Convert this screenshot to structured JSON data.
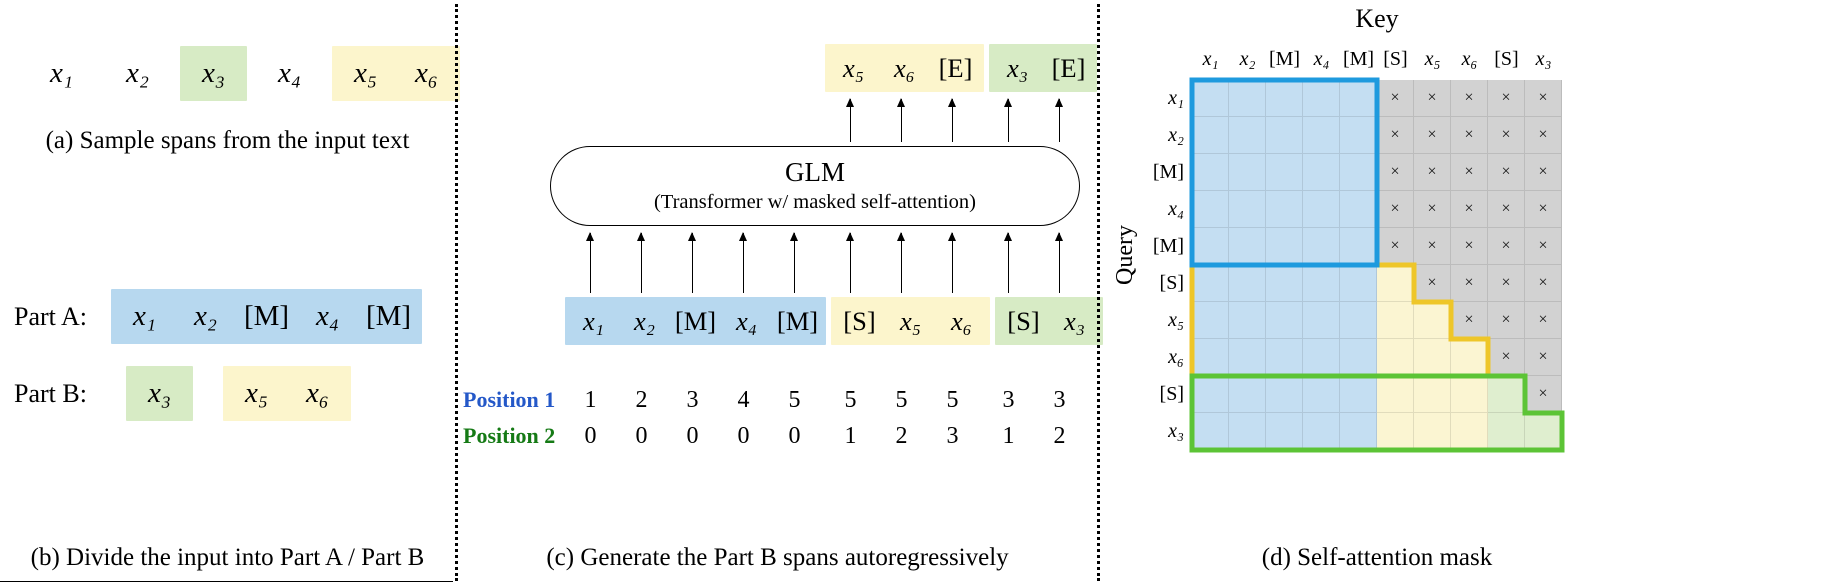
{
  "colors": {
    "blue_bg": "#b7d8ef",
    "yellow_bg": "#fcf5cc",
    "green_bg": "#d7ebc5",
    "cell_blue": "#c4def2",
    "cell_yellow": "#fbf5d2",
    "cell_green": "#dfeecf",
    "cell_mask": "#d2d2d2",
    "border_blue": "#1e9ade",
    "border_yellow": "#eec629",
    "border_green": "#5cc436",
    "pos1_label": "#2458c8",
    "pos2_label": "#157a15"
  },
  "panel_a": {
    "groups": [
      {
        "bg": "none",
        "tokens": [
          "x₁"
        ]
      },
      {
        "bg": "none",
        "tokens": [
          "x₂"
        ]
      },
      {
        "bg": "green",
        "tokens": [
          "x₃"
        ]
      },
      {
        "bg": "none",
        "tokens": [
          "x₄"
        ]
      },
      {
        "bg": "yellow",
        "tokens": [
          "x₅",
          "x₆"
        ]
      }
    ],
    "caption": "(a)  Sample spans from the input text"
  },
  "panel_b": {
    "part_a_label": "Part A:",
    "part_a_groups": [
      {
        "bg": "blue",
        "tokens": [
          "x₁",
          "x₂",
          "[M]",
          "x₄",
          "[M]"
        ]
      }
    ],
    "part_b_label": "Part B:",
    "part_b_groups": [
      {
        "bg": "green",
        "tokens": [
          "x₃"
        ]
      },
      {
        "bg": "yellow",
        "tokens": [
          "x₅",
          "x₆"
        ]
      }
    ],
    "caption": "(b)  Divide the input into Part A / Part B"
  },
  "panel_c": {
    "output_groups": [
      {
        "bg": "yellow",
        "tokens": [
          "x₅",
          "x₆",
          "[E]"
        ]
      },
      {
        "bg": "green",
        "tokens": [
          "x₃",
          "[E]"
        ]
      }
    ],
    "model_name": "GLM",
    "model_subtitle": "(Transformer w/ masked self-attention)",
    "input_groups": [
      {
        "bg": "blue",
        "tokens": [
          "x₁",
          "x₂",
          "[M]",
          "x₄",
          "[M]"
        ]
      },
      {
        "bg": "yellow",
        "tokens": [
          "[S]",
          "x₅",
          "x₆"
        ]
      },
      {
        "bg": "green",
        "tokens": [
          "[S]",
          "x₃"
        ]
      }
    ],
    "position1_label": "Position 1",
    "position1_values": [
      "1",
      "2",
      "3",
      "4",
      "5",
      "5",
      "5",
      "5",
      "3",
      "3"
    ],
    "position2_label": "Position 2",
    "position2_values": [
      "0",
      "0",
      "0",
      "0",
      "0",
      "1",
      "2",
      "3",
      "1",
      "2"
    ],
    "caption": "(c)  Generate the Part B spans autoregressively"
  },
  "panel_d": {
    "key_label": "Key",
    "query_label": "Query",
    "col_headers": [
      "x₁",
      "x₂",
      "[M]",
      "x₄",
      "[M]",
      "[S]",
      "x₅",
      "x₆",
      "[S]",
      "x₃"
    ],
    "row_headers": [
      "x₁",
      "x₂",
      "[M]",
      "x₄",
      "[M]",
      "[S]",
      "x₅",
      "x₆",
      "[S]",
      "x₃"
    ],
    "mask_glyph": "×",
    "mask_rows": [
      "BBBBBxxxxx",
      "BBBBBxxxxx",
      "BBBBBxxxxx",
      "BBBBBxxxxx",
      "BBBBBxxxxx",
      "BBBBBYxxxx",
      "BBBBBYYxxx",
      "BBBBBYYYxx",
      "BBBBBYYYGx",
      "BBBBBYYYGG"
    ],
    "caption": "(d)  Self-attention mask"
  }
}
